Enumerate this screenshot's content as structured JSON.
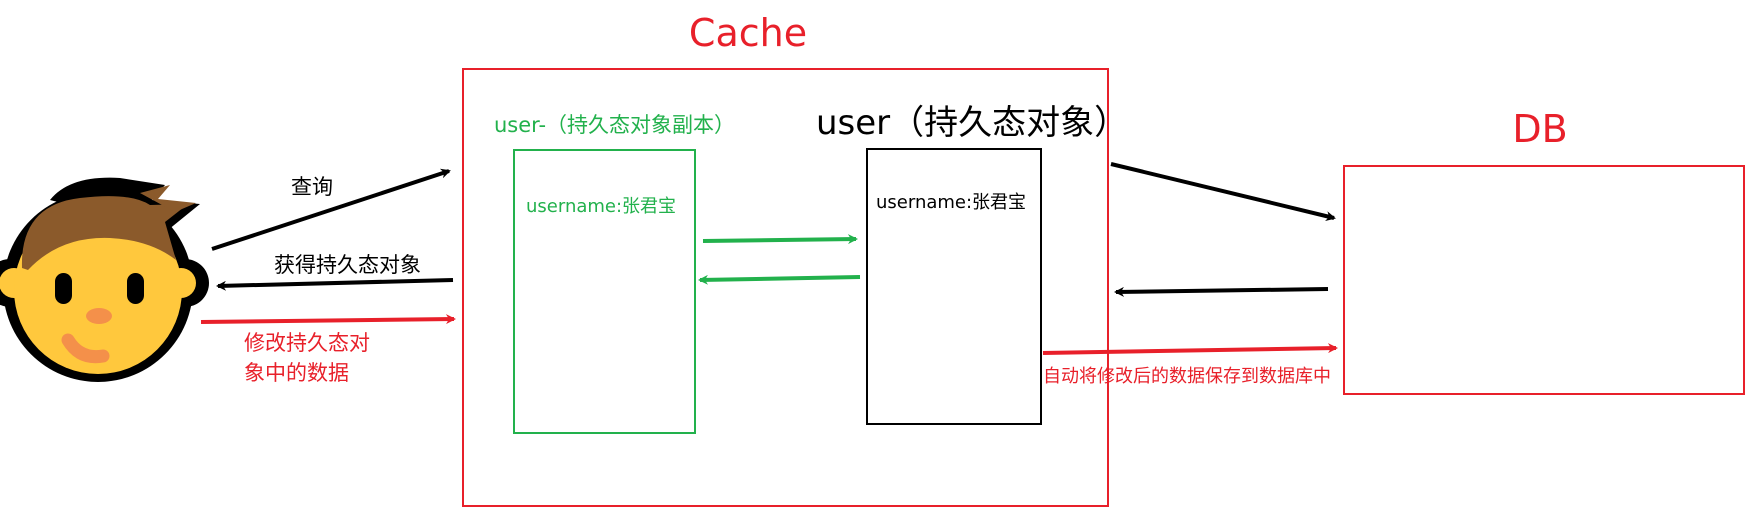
{
  "cache": {
    "title": "Cache"
  },
  "db": {
    "title": "DB"
  },
  "copy": {
    "label": "user-（持久态对象副本）",
    "field": "username:张君宝"
  },
  "persistent": {
    "label": "user（持久态对象）",
    "field": "username:张君宝"
  },
  "arrows": {
    "query": "查询",
    "get_persistent": "获得持久态对象",
    "modify_line1": "修改持久态对",
    "modify_line2": "象中的数据",
    "auto_save": "自动将修改后的数据保存到数据库中"
  },
  "colors": {
    "red": "#e8202a",
    "green": "#22b14c",
    "black": "#000000",
    "skin": "#ffc83d",
    "hair": "#8b5a2b"
  }
}
